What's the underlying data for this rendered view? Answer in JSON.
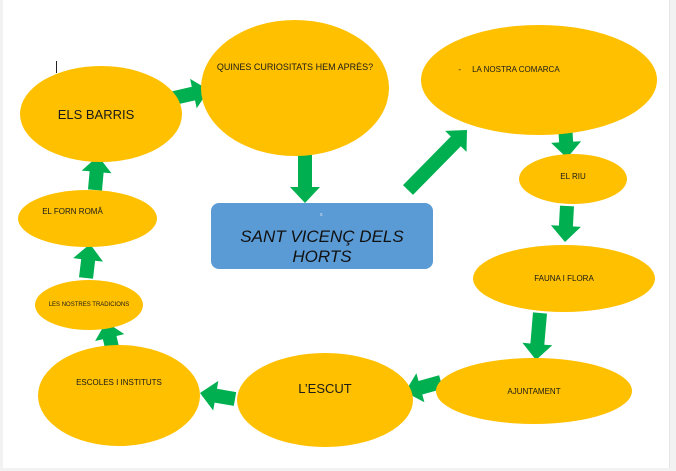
{
  "diagram": {
    "center": {
      "title": "SANT VICENÇ DELS HORTS",
      "mark": "s"
    },
    "nodes": [
      {
        "id": "els-barris",
        "label": "ELS BARRIS"
      },
      {
        "id": "quines-curiositats",
        "label": "QUINES CURIOSITATS HEM APRÈS?"
      },
      {
        "id": "la-nostra-comarca",
        "label": "-     LA NOSTRA COMARCA"
      },
      {
        "id": "el-riu",
        "label": "EL RIU"
      },
      {
        "id": "fauna-i-flora",
        "label": "FAUNA I FLORA"
      },
      {
        "id": "ajuntament",
        "label": "AJUNTAMENT"
      },
      {
        "id": "lescut",
        "label": "L’ESCUT"
      },
      {
        "id": "escoles-i-instituts",
        "label": "ESCOLES I INSTITUTS"
      },
      {
        "id": "les-nostres-tradicions",
        "label": "LES NOSTRES TRADICIONS"
      },
      {
        "id": "el-forn-roma",
        "label": "EL FORN ROMÂ"
      }
    ],
    "colors": {
      "node": "#ffc000",
      "center": "#5b9bd5",
      "arrow": "#00b050"
    }
  }
}
